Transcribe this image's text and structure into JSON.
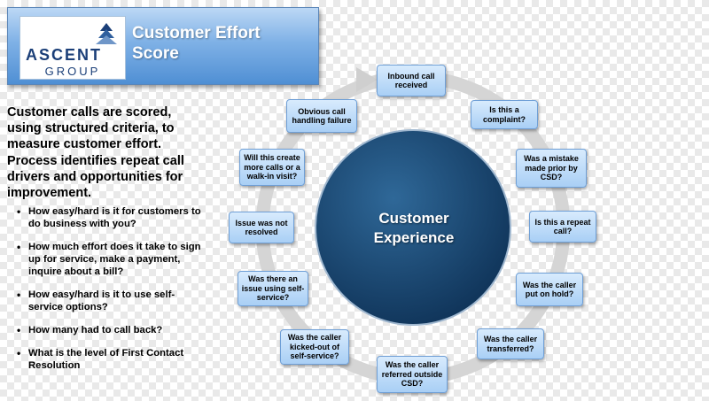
{
  "header": {
    "logo_line1": "ASCENT",
    "logo_line2": "GROUP",
    "title": "Customer Effort Score"
  },
  "intro_text": "Customer calls are scored, using structured criteria, to measure customer effort. Process identifies repeat call drivers and opportunities for improvement.",
  "bullets": [
    "How easy/hard is it for customers to do business with you?",
    "How much effort does it take to sign up for service, make a payment, inquire about a bill?",
    "How easy/hard is it to use self-service options?",
    "How many had to call back?",
    "What is the level of First Contact Resolution"
  ],
  "center_label": "Customer Experience",
  "nodes": [
    "Inbound call received",
    "Is this a complaint?",
    "Was a mistake made prior by CSD?",
    "Is this a repeat call?",
    "Was the caller put on hold?",
    "Was the caller transferred?",
    "Was the caller referred outside CSD?",
    "Was the caller kicked-out of self-service?",
    "Was there an issue using self-service?",
    "Issue was not resolved",
    "Will this create more calls or a walk-in visit?",
    "Obvious call handling failure"
  ],
  "colors": {
    "banner": "#7fb1e6",
    "center_circle": "#163f6a",
    "node_fill": "#b9dafa",
    "node_border": "#6f9fd6",
    "ring": "#d9d9d9"
  },
  "icons": {
    "logo_mark": "stacked-triangles-icon",
    "ring_arrow": "circular-arrow-icon"
  }
}
